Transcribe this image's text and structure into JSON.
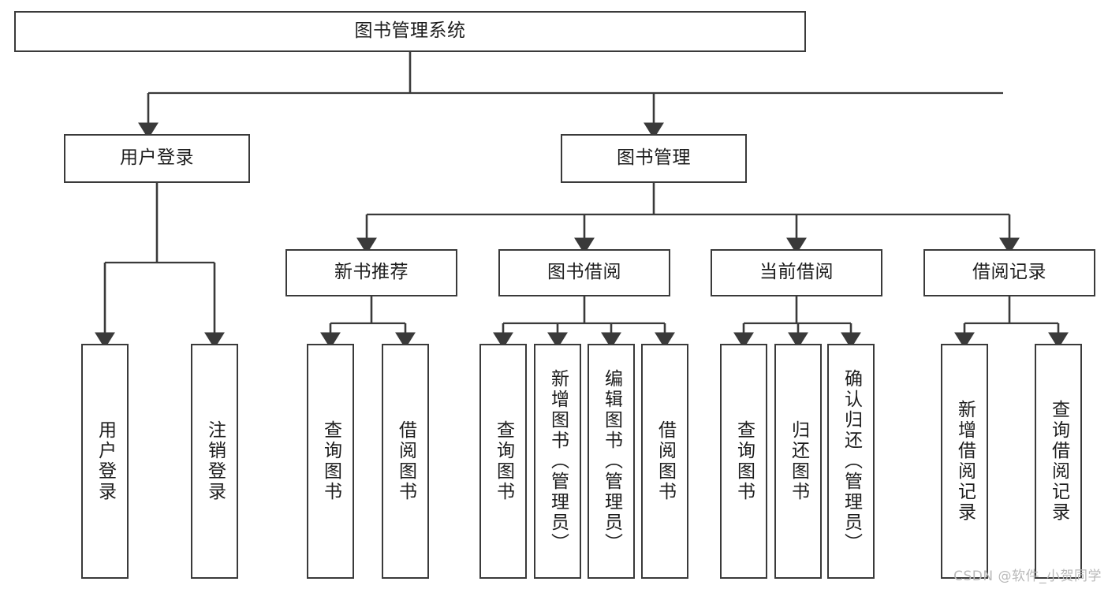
{
  "diagram": {
    "title": "图书管理系统",
    "type": "tree",
    "style": {
      "box_border": "#3a3a3a",
      "box_fill": "#ffffff",
      "line": "#3a3a3a",
      "text": "#1d1d1d"
    },
    "levels": {
      "root": {
        "label": "图书管理系统"
      },
      "level2": [
        {
          "id": "user-login",
          "label": "用户登录"
        },
        {
          "id": "book-manage",
          "label": "图书管理"
        }
      ],
      "level3": [
        {
          "id": "new-book-rec",
          "label": "新书推荐"
        },
        {
          "id": "book-borrow",
          "label": "图书借阅"
        },
        {
          "id": "current-borrow",
          "label": "当前借阅"
        },
        {
          "id": "borrow-record",
          "label": "借阅记录"
        }
      ],
      "leaves": [
        {
          "id": "leaf-user-login",
          "label": "用户登录",
          "parent": "user-login"
        },
        {
          "id": "leaf-logout",
          "label": "注销登录",
          "parent": "user-login"
        },
        {
          "id": "leaf-query-book-1",
          "label": "查询图书",
          "parent": "new-book-rec"
        },
        {
          "id": "leaf-borrow-book-1",
          "label": "借阅图书",
          "parent": "new-book-rec"
        },
        {
          "id": "leaf-query-book-2",
          "label": "查询图书",
          "parent": "book-borrow"
        },
        {
          "id": "leaf-add-book",
          "label": "新增图书（管理员）",
          "parent": "book-borrow"
        },
        {
          "id": "leaf-edit-book",
          "label": "编辑图书（管理员）",
          "parent": "book-borrow"
        },
        {
          "id": "leaf-borrow-book-2",
          "label": "借阅图书",
          "parent": "book-borrow"
        },
        {
          "id": "leaf-query-book-3",
          "label": "查询图书",
          "parent": "current-borrow"
        },
        {
          "id": "leaf-return-book",
          "label": "归还图书",
          "parent": "current-borrow"
        },
        {
          "id": "leaf-confirm-return",
          "label": "确认归还（管理员）",
          "parent": "current-borrow"
        },
        {
          "id": "leaf-add-record",
          "label": "新增借阅记录",
          "parent": "borrow-record"
        },
        {
          "id": "leaf-query-record",
          "label": "查询借阅记录",
          "parent": "borrow-record"
        }
      ]
    }
  },
  "watermark": {
    "text": "CSDN @软件_小贺同学"
  }
}
